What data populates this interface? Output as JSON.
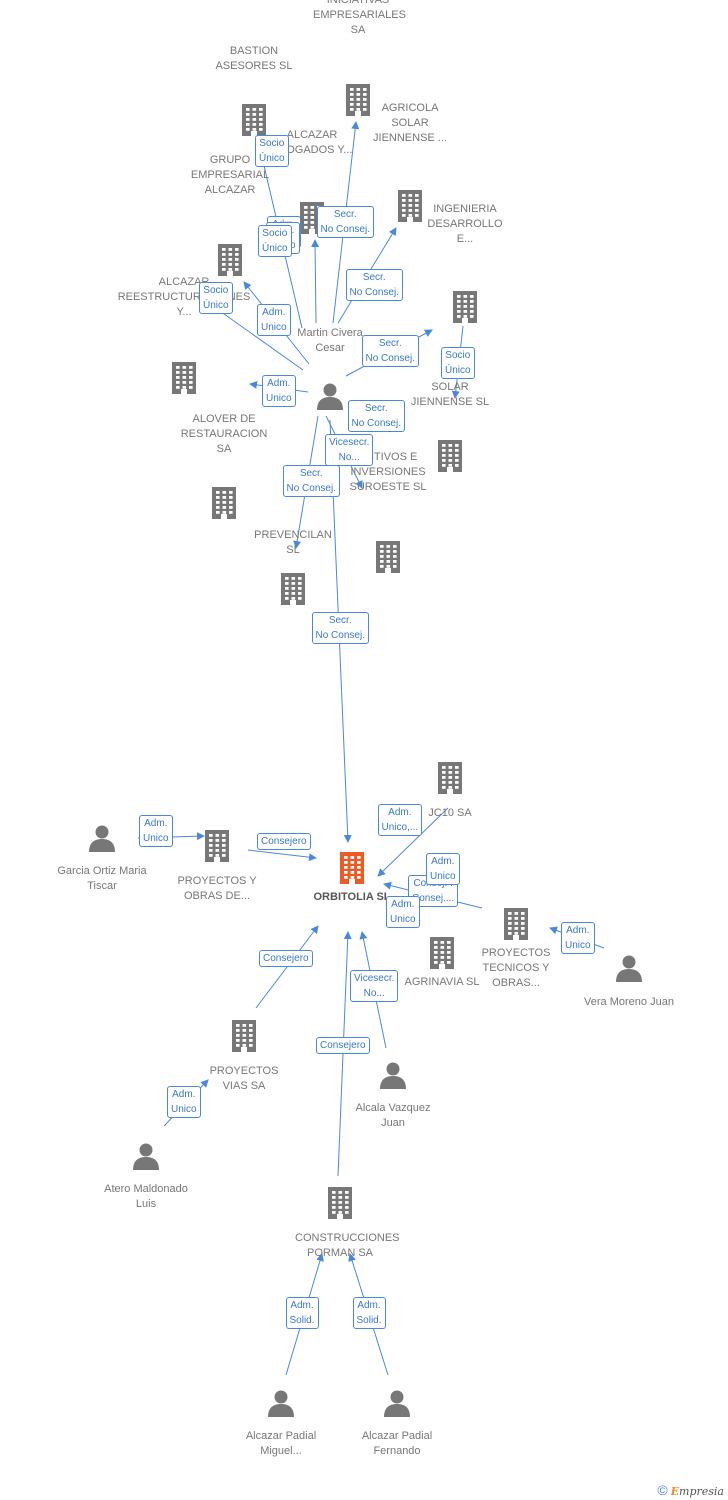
{
  "colors": {
    "edge": "#4a89d9",
    "node": "#777777",
    "focus": "#ee5a24"
  },
  "nodes": [
    {
      "id": "union",
      "kind": "company",
      "label": "UNION DE INICIATIVAS EMPRESARIALES SA"
    },
    {
      "id": "bastion",
      "kind": "company",
      "label": "BASTION ASESORES  SL"
    },
    {
      "id": "alcazar_abog",
      "kind": "company",
      "label": "ALCAZAR ABOGADOS Y..."
    },
    {
      "id": "agricola",
      "kind": "company",
      "label": "AGRICOLA SOLAR JIENNENSE ..."
    },
    {
      "id": "grupo",
      "kind": "company",
      "label": "GRUPO EMPRESARIAL ALCAZAR"
    },
    {
      "id": "ingenieria",
      "kind": "company",
      "label": "INGENIERIA DESARROLLO E..."
    },
    {
      "id": "alcazar_reest",
      "kind": "company",
      "label": "ALCAZAR REESTRUCTURACIONES Y..."
    },
    {
      "id": "martin",
      "kind": "person",
      "label": "Martin Civera Cesar"
    },
    {
      "id": "solar",
      "kind": "company",
      "label": "SOLAR JIENNENSE SL"
    },
    {
      "id": "alover",
      "kind": "company",
      "label": "ALOVER DE RESTAURACION SA"
    },
    {
      "id": "activos",
      "kind": "company",
      "label": "ACTIVOS E INVERSIONES SUROESTE  SL"
    },
    {
      "id": "prevencilan",
      "kind": "company",
      "label": "PREVENCILAN SL"
    },
    {
      "id": "jc10",
      "kind": "company",
      "label": "JC10 SA"
    },
    {
      "id": "garcia",
      "kind": "person",
      "label": "Garcia Ortiz Maria Tiscar"
    },
    {
      "id": "proy_obras",
      "kind": "company",
      "label": "PROYECTOS Y OBRAS DE..."
    },
    {
      "id": "orbitolia",
      "kind": "focus",
      "label": "ORBITOLIA SL"
    },
    {
      "id": "proy_tec",
      "kind": "company",
      "label": "PROYECTOS TECNICOS Y OBRAS..."
    },
    {
      "id": "agrinavia",
      "kind": "company",
      "label": "AGRINAVIA  SL"
    },
    {
      "id": "vera",
      "kind": "person",
      "label": "Vera Moreno Juan"
    },
    {
      "id": "proy_vias",
      "kind": "company",
      "label": "PROYECTOS VIAS SA"
    },
    {
      "id": "alcala",
      "kind": "person",
      "label": "Alcala Vazquez Juan"
    },
    {
      "id": "atero",
      "kind": "person",
      "label": "Atero Maldonado Luis"
    },
    {
      "id": "porman",
      "kind": "company",
      "label": "CONSTRUCCIONES PORMAN SA"
    },
    {
      "id": "miguel",
      "kind": "person",
      "label": "Alcazar Padial Miguel..."
    },
    {
      "id": "fernando",
      "kind": "person",
      "label": "Alcazar Padial Fernando"
    }
  ],
  "edges": [
    {
      "from": "martin",
      "to": "bastion",
      "label": "Socio Único"
    },
    {
      "from": "martin",
      "to": "union",
      "label": "Secr.  No Consej."
    },
    {
      "from": "martin",
      "to": "alcazar_abog",
      "label": "Adm. Unico"
    },
    {
      "from": "martin",
      "to": "grupo",
      "label": "Adm. Unico"
    },
    {
      "from": "martin",
      "to": "agricola",
      "label": "Secr.  No Consej."
    },
    {
      "from": "martin",
      "to": "alcazar_reest",
      "label": "Socio Único"
    },
    {
      "from": "martin",
      "to": "ingenieria",
      "label": "Secr.  No Consej."
    },
    {
      "from": "ingenieria",
      "to": "solar",
      "label": "Socio Único"
    },
    {
      "from": "martin",
      "to": "alover",
      "label": "Adm. Unico"
    },
    {
      "from": "martin",
      "to": "activos",
      "label": "Secr.  No Consej."
    },
    {
      "from": "martin",
      "to": "prevencilan",
      "label": "Secr.  No Consej."
    },
    {
      "from": "martin",
      "to": "orbitolia",
      "label": "Secr.  No Consej."
    },
    {
      "from": "garcia",
      "to": "proy_obras",
      "label": "Adm. Unico"
    },
    {
      "from": "proy_obras",
      "to": "orbitolia",
      "label": "Consejero"
    },
    {
      "from": "jc10",
      "to": "orbitolia",
      "label": "Adm. Unico,..."
    },
    {
      "from": "proy_tec",
      "to": "orbitolia",
      "label": "Consej. . Consej...."
    },
    {
      "from": "vera",
      "to": "proy_tec",
      "label": "Adm. Unico"
    },
    {
      "from": "proy_vias",
      "to": "orbitolia",
      "label": "Consejero"
    },
    {
      "from": "atero",
      "to": "proy_vias",
      "label": "Adm. Unico"
    },
    {
      "from": "alcala",
      "to": "orbitolia",
      "label": "Vicesecr. No..."
    },
    {
      "from": "porman",
      "to": "orbitolia",
      "label": "Consejero"
    },
    {
      "from": "miguel",
      "to": "porman",
      "label": "Adm. Solid."
    },
    {
      "from": "fernando",
      "to": "porman",
      "label": "Adm. Solid."
    }
  ],
  "extra_labels": [
    "Adm. Unico",
    "Socio Único",
    "Adm. Unico",
    "Adm. Unico",
    "Vicesecr. No..."
  ],
  "footer": {
    "copyright": "©",
    "brand_first": "E",
    "brand_rest": "mpresia"
  }
}
